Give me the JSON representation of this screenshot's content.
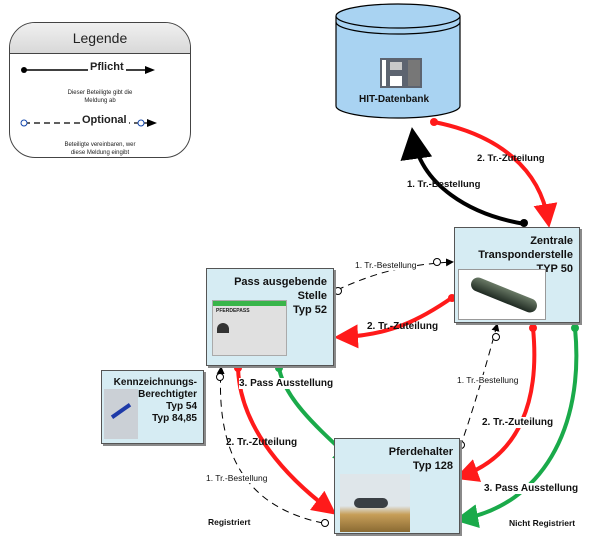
{
  "legend": {
    "title": "Legende",
    "mandatory_label": "Pflicht",
    "mandatory_note_line1": "Dieser Beteiligte gibt die",
    "mandatory_note_line2": "Meldung ab",
    "optional_label": "Optional",
    "optional_note_line1": "Beteiligte vereinbaren, wer",
    "optional_note_line2": "diese Meldung eingibt"
  },
  "nodes": {
    "database": {
      "label": "HIT-Datenbank"
    },
    "transponder": {
      "title_line1": "Zentrale Transponderstelle",
      "title_line2": "TYP 50"
    },
    "pass": {
      "title_line1": "Pass ausgebende Stelle",
      "title_line2": "Typ 52",
      "doc_label": "PFERDEPASS"
    },
    "kennzeichnung": {
      "title_line1": "Kennzeichnungs-",
      "title_line2": "Berechtigter",
      "title_line3": "Typ 54",
      "title_line4": "Typ 84,85"
    },
    "pferdehalter": {
      "title_line1": "Pferdehalter",
      "title_line2": "Typ 128"
    }
  },
  "edges": {
    "bestellung_to_db": "1. Tr.-Bestellung",
    "zuteilung_from_db": "2. Tr.-Zuteilung",
    "bestellung_pass_to_ts": "1. Tr.-Bestellung",
    "zuteilung_ts_to_pass": "2. Tr.-Zuteilung",
    "pass_ausstellung_pass_to_halter": "3. Pass Ausstellung",
    "zuteilung_pass_to_halter": "2. Tr.-Zuteilung",
    "bestellung_halter_to_pass": "1. Tr.-Bestellung",
    "bestellung_halter_to_ts": "1. Tr.-Bestellung",
    "zuteilung_ts_to_halter": "2. Tr.-Zuteilung",
    "pass_ausstellung_ts_to_halter": "3. Pass Ausstellung"
  },
  "annotations": {
    "registered": "Registriert",
    "not_registered": "Nicht Registriert"
  },
  "colors": {
    "mandatory_black": "#000000",
    "allocation_red": "#ff1a1a",
    "passport_green": "#1aaa4a",
    "box_fill": "#d6ecf3",
    "db_fill": "#a9d3f2"
  }
}
